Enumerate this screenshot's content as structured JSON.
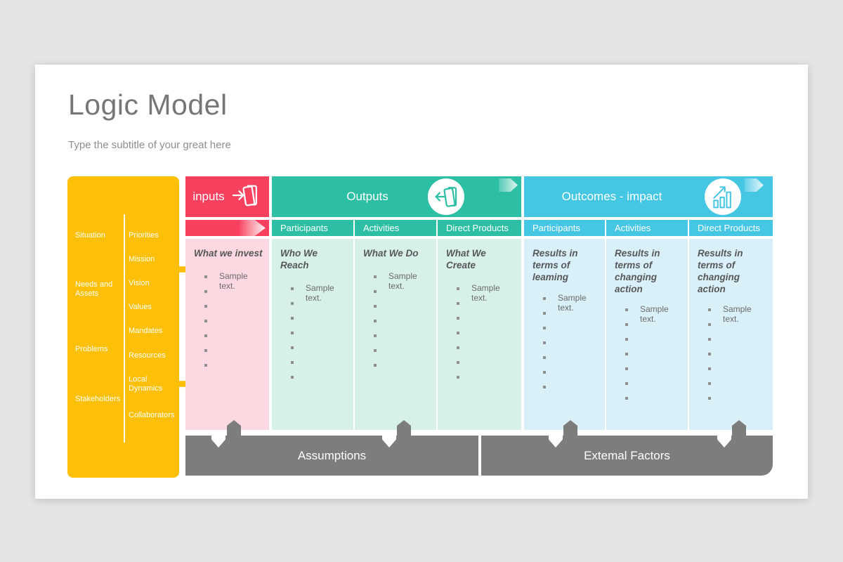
{
  "slide": {
    "title": "Logic Model",
    "subtitle": "Type the subtitle of your great here"
  },
  "colors": {
    "yellow": "#FDC006",
    "pink": "#F8415F",
    "pink_light": "#FCD9E0",
    "green": "#2DBFA4",
    "green_light": "#D7F0E9",
    "cyan": "#45C6E3",
    "cyan_light": "#D9F0F8",
    "gray_bar": "#7D7D7D",
    "title_gray": "#767679"
  },
  "situation_panel": {
    "left_items": [
      "Situation",
      "Needs and Assets",
      "Problems",
      "Stakeholders"
    ],
    "right_items": [
      "Priorities",
      "Mission",
      "Vision",
      "Values",
      "Mandates",
      "Resources",
      "Local Dynamics",
      "Collaborators"
    ]
  },
  "sections": {
    "inputs": {
      "title": "inputs",
      "icon": "door-enter-icon"
    },
    "outputs": {
      "title": "Outputs",
      "icon": "door-exit-icon",
      "subheaders": [
        "Participants",
        "Activities",
        "Direct Products"
      ]
    },
    "outcomes": {
      "title": "Outcomes - impact",
      "icon": "growth-chart-icon",
      "subheaders": [
        "Participants",
        "Activities",
        "Direct Products"
      ]
    }
  },
  "columns": [
    {
      "heading": "What we invest",
      "bullet_text": "Sample text.",
      "empty_bullets": 6,
      "theme": "pink"
    },
    {
      "heading": "Who We Reach",
      "bullet_text": "Sample text.",
      "empty_bullets": 6,
      "theme": "mint"
    },
    {
      "heading": "What We Do",
      "bullet_text": "Sample text.",
      "empty_bullets": 6,
      "theme": "mint"
    },
    {
      "heading": "What We Create",
      "bullet_text": "Sample text.",
      "empty_bullets": 6,
      "theme": "mint"
    },
    {
      "heading": "Results in terms of leaming",
      "bullet_text": "Sample text.",
      "empty_bullets": 6,
      "theme": "cyan"
    },
    {
      "heading": "Results in terms of changing action",
      "bullet_text": "Sample text.",
      "empty_bullets": 6,
      "theme": "cyan"
    },
    {
      "heading": "Results in terms of changing action",
      "bullet_text": "Sample text.",
      "empty_bullets": 6,
      "theme": "cyan"
    }
  ],
  "footer": {
    "assumptions_label": "Assumptions",
    "external_factors_label": "Extemal Factors"
  }
}
